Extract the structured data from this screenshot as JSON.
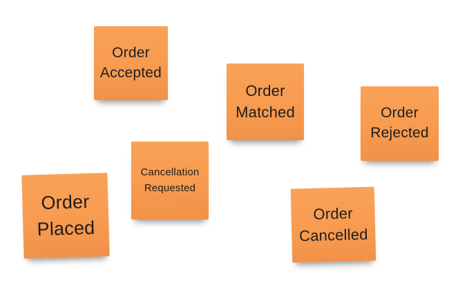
{
  "board": {
    "background_color": "#ffffff",
    "note_color": "#f79b4f",
    "text_color": "#1e1e1e"
  },
  "notes": {
    "order_accepted": {
      "line1": "Order",
      "line2": "Accepted"
    },
    "order_matched": {
      "line1": "Order",
      "line2": "Matched"
    },
    "order_rejected": {
      "line1": "Order",
      "line2": "Rejected"
    },
    "cancellation_requested": {
      "line1": "Cancellation",
      "line2": "Requested"
    },
    "order_placed": {
      "line1": "Order",
      "line2": "Placed"
    },
    "order_cancelled": {
      "line1": "Order",
      "line2": "Cancelled"
    }
  }
}
